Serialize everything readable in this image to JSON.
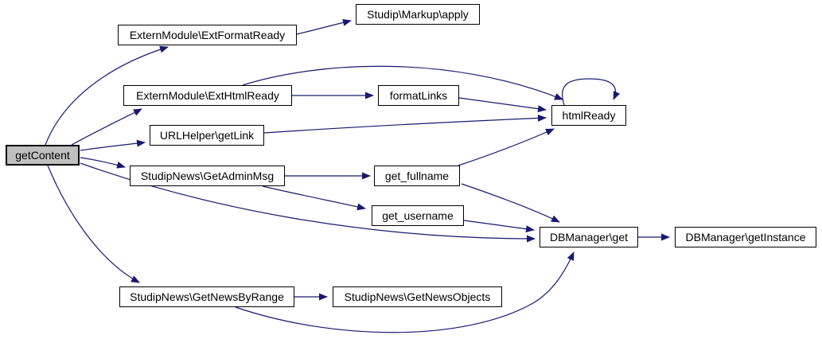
{
  "diagram": {
    "type": "call-graph",
    "background_color": "#ffffff",
    "edge_color": "#191970",
    "node_fill_color": "#ffffff",
    "node_border_color": "#000000",
    "highlighted_node_fill_color": "#bfbfbf",
    "nodes": [
      {
        "id": "getContent",
        "label": "getContent",
        "highlighted": true
      },
      {
        "id": "extformatready",
        "label": "ExternModule\\ExtFormatReady",
        "highlighted": false
      },
      {
        "id": "markup-apply",
        "label": "Studip\\Markup\\apply",
        "highlighted": false
      },
      {
        "id": "exthtmlready",
        "label": "ExternModule\\ExtHtmlReady",
        "highlighted": false
      },
      {
        "id": "formatlinks",
        "label": "formatLinks",
        "highlighted": false
      },
      {
        "id": "htmlready",
        "label": "htmlReady",
        "highlighted": false
      },
      {
        "id": "urlhelper-getlink",
        "label": "URLHelper\\getLink",
        "highlighted": false
      },
      {
        "id": "getadminmsg",
        "label": "StudipNews\\GetAdminMsg",
        "highlighted": false
      },
      {
        "id": "get-fullname",
        "label": "get_fullname",
        "highlighted": false
      },
      {
        "id": "get-username",
        "label": "get_username",
        "highlighted": false
      },
      {
        "id": "dbmanager-get",
        "label": "DBManager\\get",
        "highlighted": false
      },
      {
        "id": "dbmanager-getinstance",
        "label": "DBManager\\getInstance",
        "highlighted": false
      },
      {
        "id": "getnewsbyrange",
        "label": "StudipNews\\GetNewsByRange",
        "highlighted": false
      },
      {
        "id": "getnewsobjects",
        "label": "StudipNews\\GetNewsObjects",
        "highlighted": false
      }
    ],
    "edges": [
      {
        "from": "getContent",
        "to": "extformatready"
      },
      {
        "from": "getContent",
        "to": "exthtmlready"
      },
      {
        "from": "getContent",
        "to": "urlhelper-getlink"
      },
      {
        "from": "getContent",
        "to": "getadminmsg"
      },
      {
        "from": "getContent",
        "to": "getnewsbyrange"
      },
      {
        "from": "getContent",
        "to": "dbmanager-get"
      },
      {
        "from": "extformatready",
        "to": "markup-apply"
      },
      {
        "from": "exthtmlready",
        "to": "formatlinks"
      },
      {
        "from": "exthtmlready",
        "to": "htmlready"
      },
      {
        "from": "formatlinks",
        "to": "htmlready"
      },
      {
        "from": "urlhelper-getlink",
        "to": "htmlready"
      },
      {
        "from": "htmlready",
        "to": "htmlready"
      },
      {
        "from": "getadminmsg",
        "to": "get-fullname"
      },
      {
        "from": "getadminmsg",
        "to": "get-username"
      },
      {
        "from": "get-fullname",
        "to": "htmlready"
      },
      {
        "from": "get-fullname",
        "to": "dbmanager-get"
      },
      {
        "from": "get-username",
        "to": "dbmanager-get"
      },
      {
        "from": "dbmanager-get",
        "to": "dbmanager-getinstance"
      },
      {
        "from": "getnewsbyrange",
        "to": "getnewsobjects"
      },
      {
        "from": "getnewsbyrange",
        "to": "dbmanager-get"
      }
    ]
  }
}
